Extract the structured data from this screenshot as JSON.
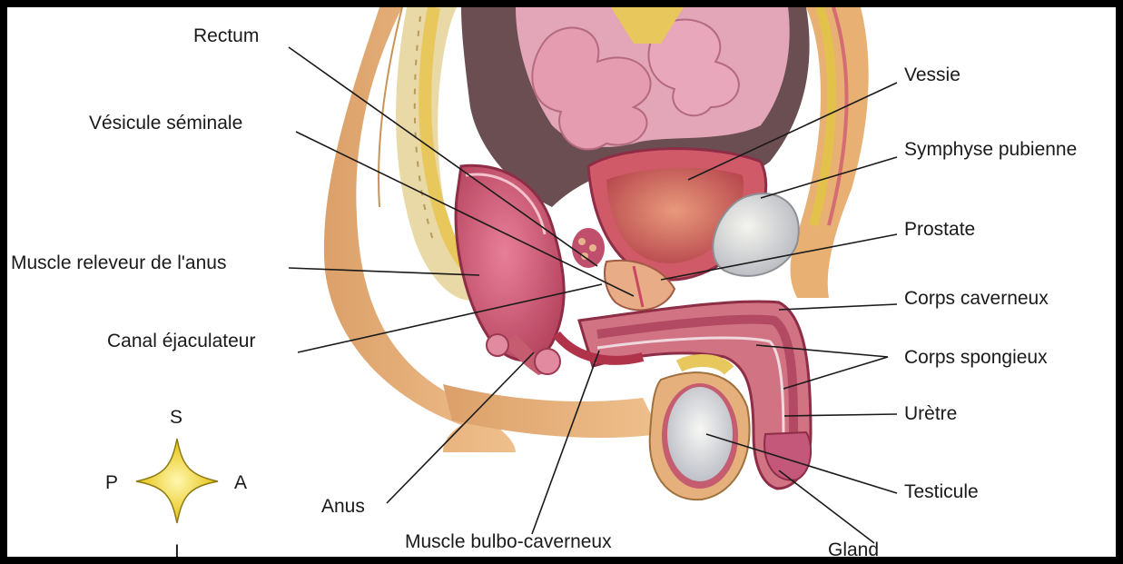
{
  "labels": {
    "rectum": "Rectum",
    "vesicule": "Vésicule séminale",
    "releveur": "Muscle releveur de l'anus",
    "canal": "Canal éjaculateur",
    "anus": "Anus",
    "bulbo": "Muscle bulbo-caverneux",
    "vessie": "Vessie",
    "symphyse": "Symphyse pubienne",
    "prostate": "Prostate",
    "caverneux": "Corps caverneux",
    "spongieux": "Corps spongieux",
    "uretre": "Urètre",
    "testicule": "Testicule",
    "gland": "Gland"
  },
  "compass": {
    "superior": "S",
    "inferior": "I",
    "posterior": "P",
    "anterior": "A"
  },
  "colors": {
    "frame": "#000000",
    "skin": "#e8b27a",
    "tissue_pink": "#d9707a",
    "bladder": "#c8585f",
    "fat_yellow": "#e9c85a",
    "bone": "#d8d8d0",
    "compass_star": "#f2d21a"
  }
}
